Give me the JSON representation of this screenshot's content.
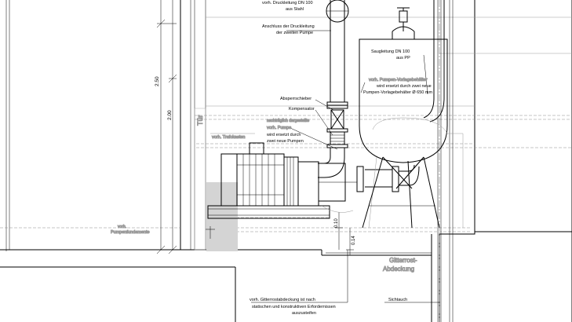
{
  "labels": {
    "druckleitung": "vorh. Druckleitung DN 100",
    "aus_stahl": "aus Stahl",
    "anschluss_1": "Anschluss der Druckleitung",
    "anschluss_2": "der zweiten Pumpe",
    "saugleitung": "Saugleitung DN 100",
    "aus_pp": "aus PP",
    "vorlage_1": "vorh. Pumpen-Vorlagebehälter",
    "vorlage_2": "wird ersetzt durch zwei neue",
    "vorlage_3": "Pumpen-Vorlagebehälter Ø 650 mm",
    "absperrschieber": "Absperrschieber",
    "kompensator": "Kompensator",
    "nachtraeglich": "nachträglich dargestellte",
    "pumpe_1": "vorh. Pumpe",
    "pumpe_2": "wird ersetzt durch",
    "pumpe_3": "zwei neue Pumpen",
    "trafokasten": "vorh. Trafokasten",
    "tuer": "Tür",
    "dim_250": "2.50",
    "dim_200": "2.00",
    "dim_010": "0.10",
    "dim_014": "0.14",
    "pumpenfundament_1": "vorh.",
    "pumpenfundament_2": "Pumpenfundamente",
    "gitterrost_1": "Gitterrost-",
    "gitterrost_2": "Abdeckung",
    "gitter_note_1": "vorh. Gitterrostabdeckung ist nach",
    "gitter_note_2": "statischen und konstruktiven Erfordernissen",
    "gitter_note_3": "auszusteifen",
    "sichtauch": "Sichtauch"
  },
  "colors": {
    "line": "#000000",
    "grey_line": "#8c8c8c",
    "hatch_fill": "#d4d4d4",
    "background": "#ffffff"
  }
}
